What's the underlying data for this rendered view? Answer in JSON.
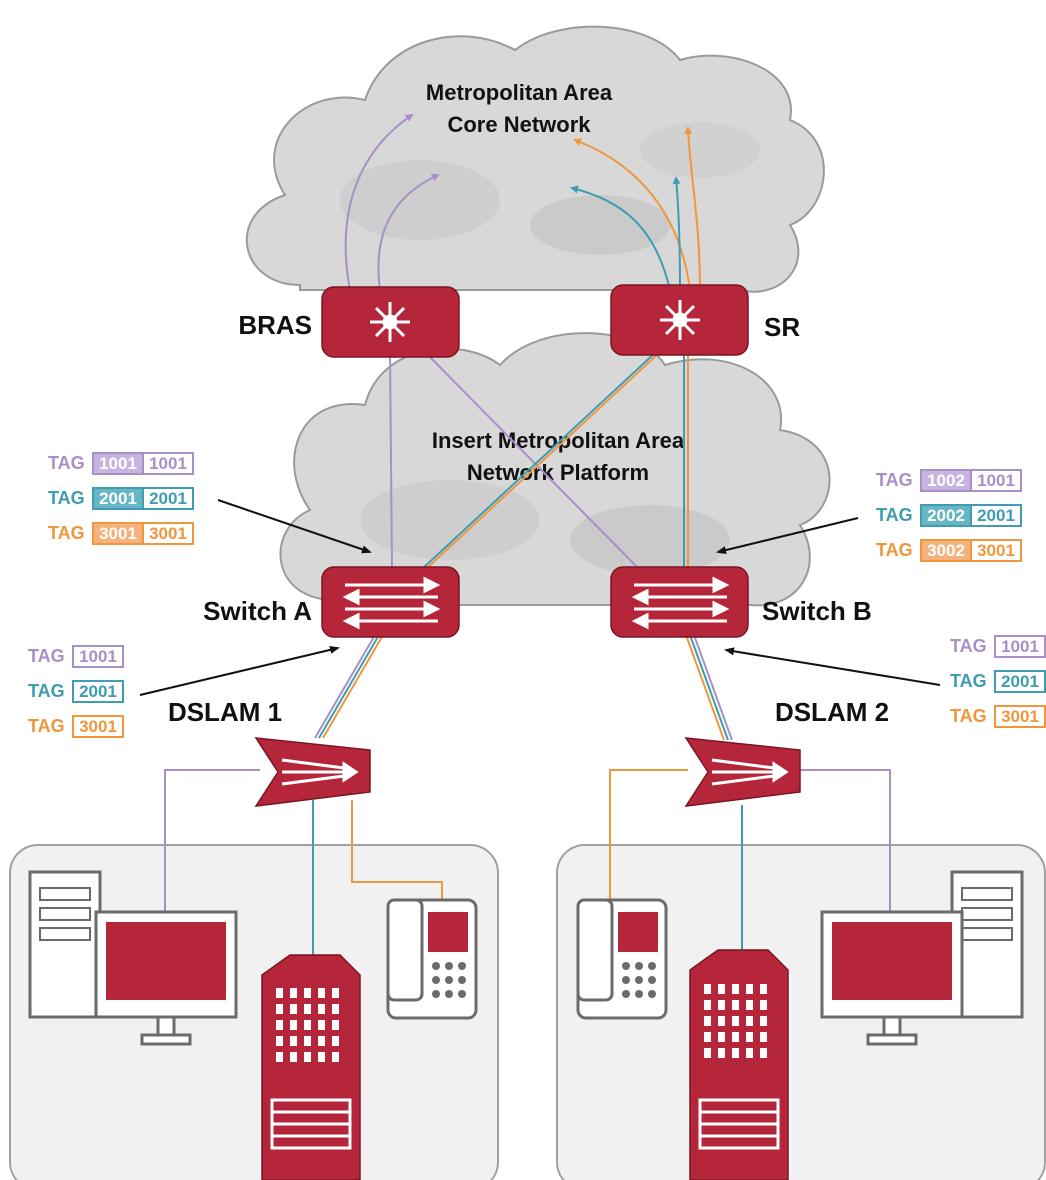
{
  "colors": {
    "device_red": "#b5263a",
    "purple": "#a98fc8",
    "teal": "#3e9cb3",
    "orange": "#f0963c",
    "purple_fill": "#c6b3df",
    "teal_fill": "#67b6c6",
    "orange_fill": "#f5b27c",
    "cloud": "#d6d6d6",
    "panel": "#f1f1f1"
  },
  "clouds": {
    "core": {
      "line1": "Metropolitan Area",
      "line2": "Core Network"
    },
    "platform": {
      "line1": "Insert Metropolitan Area",
      "line2": "Network Platform"
    }
  },
  "devices": {
    "bras": {
      "label": "BRAS",
      "icon": "router-icon"
    },
    "sr": {
      "label": "SR",
      "icon": "router-icon"
    },
    "switch_a": {
      "label": "Switch A",
      "icon": "switch-icon"
    },
    "switch_b": {
      "label": "Switch B",
      "icon": "switch-icon"
    },
    "dslam1": {
      "label": "DSLAM 1",
      "icon": "dslam-icon"
    },
    "dslam2": {
      "label": "DSLAM 2",
      "icon": "dslam-icon"
    }
  },
  "tag_word": "TAG",
  "tags": {
    "switch_a_upper": [
      [
        "1001",
        "1001"
      ],
      [
        "2001",
        "2001"
      ],
      [
        "3001",
        "3001"
      ]
    ],
    "switch_b_upper": [
      [
        "1002",
        "1001"
      ],
      [
        "2002",
        "2001"
      ],
      [
        "3002",
        "3001"
      ]
    ],
    "dslam1": [
      [
        "1001"
      ],
      [
        "2001"
      ],
      [
        "3001"
      ]
    ],
    "dslam2": [
      [
        "1001"
      ],
      [
        "2001"
      ],
      [
        "3001"
      ]
    ]
  },
  "endpoints": {
    "left": [
      "pc-icon",
      "iptv-server-icon",
      "ip-phone-icon"
    ],
    "right": [
      "ip-phone-icon",
      "iptv-server-icon",
      "pc-icon"
    ]
  }
}
